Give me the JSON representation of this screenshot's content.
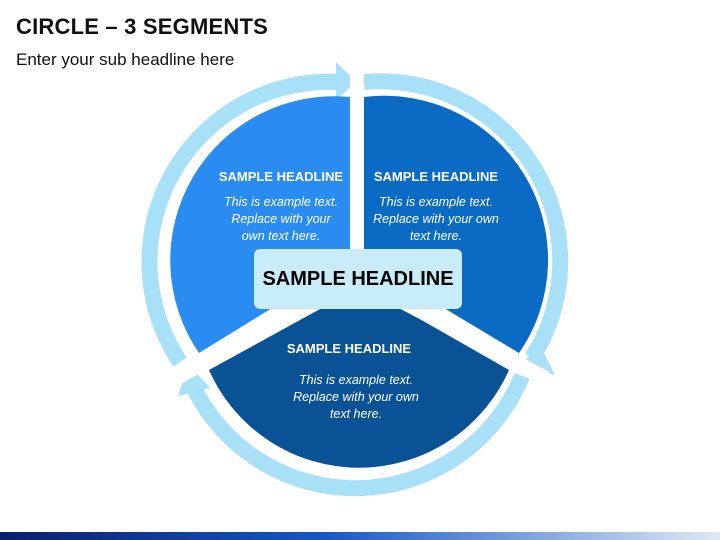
{
  "title": "CIRCLE – 3 SEGMENTS",
  "subtitle": "Enter your sub headline here",
  "center": {
    "headline": "SAMPLE HEADLINE"
  },
  "segments": [
    {
      "headline": "SAMPLE HEADLINE",
      "body": [
        "This is example text.",
        "Replace with your",
        "own text here."
      ],
      "color": "#2a8cf0"
    },
    {
      "headline": "SAMPLE HEADLINE",
      "body": [
        "This is example text.",
        "Replace with your own",
        "text here."
      ],
      "color": "#0a6ac4"
    },
    {
      "headline": "SAMPLE HEADLINE",
      "body": [
        "This is example text.",
        "Replace with your own",
        "text here."
      ],
      "color": "#0a5296"
    }
  ],
  "colors": {
    "ring": "#a8e0f8",
    "center_box": "#c8ecf8",
    "text_dark": "#111111"
  }
}
